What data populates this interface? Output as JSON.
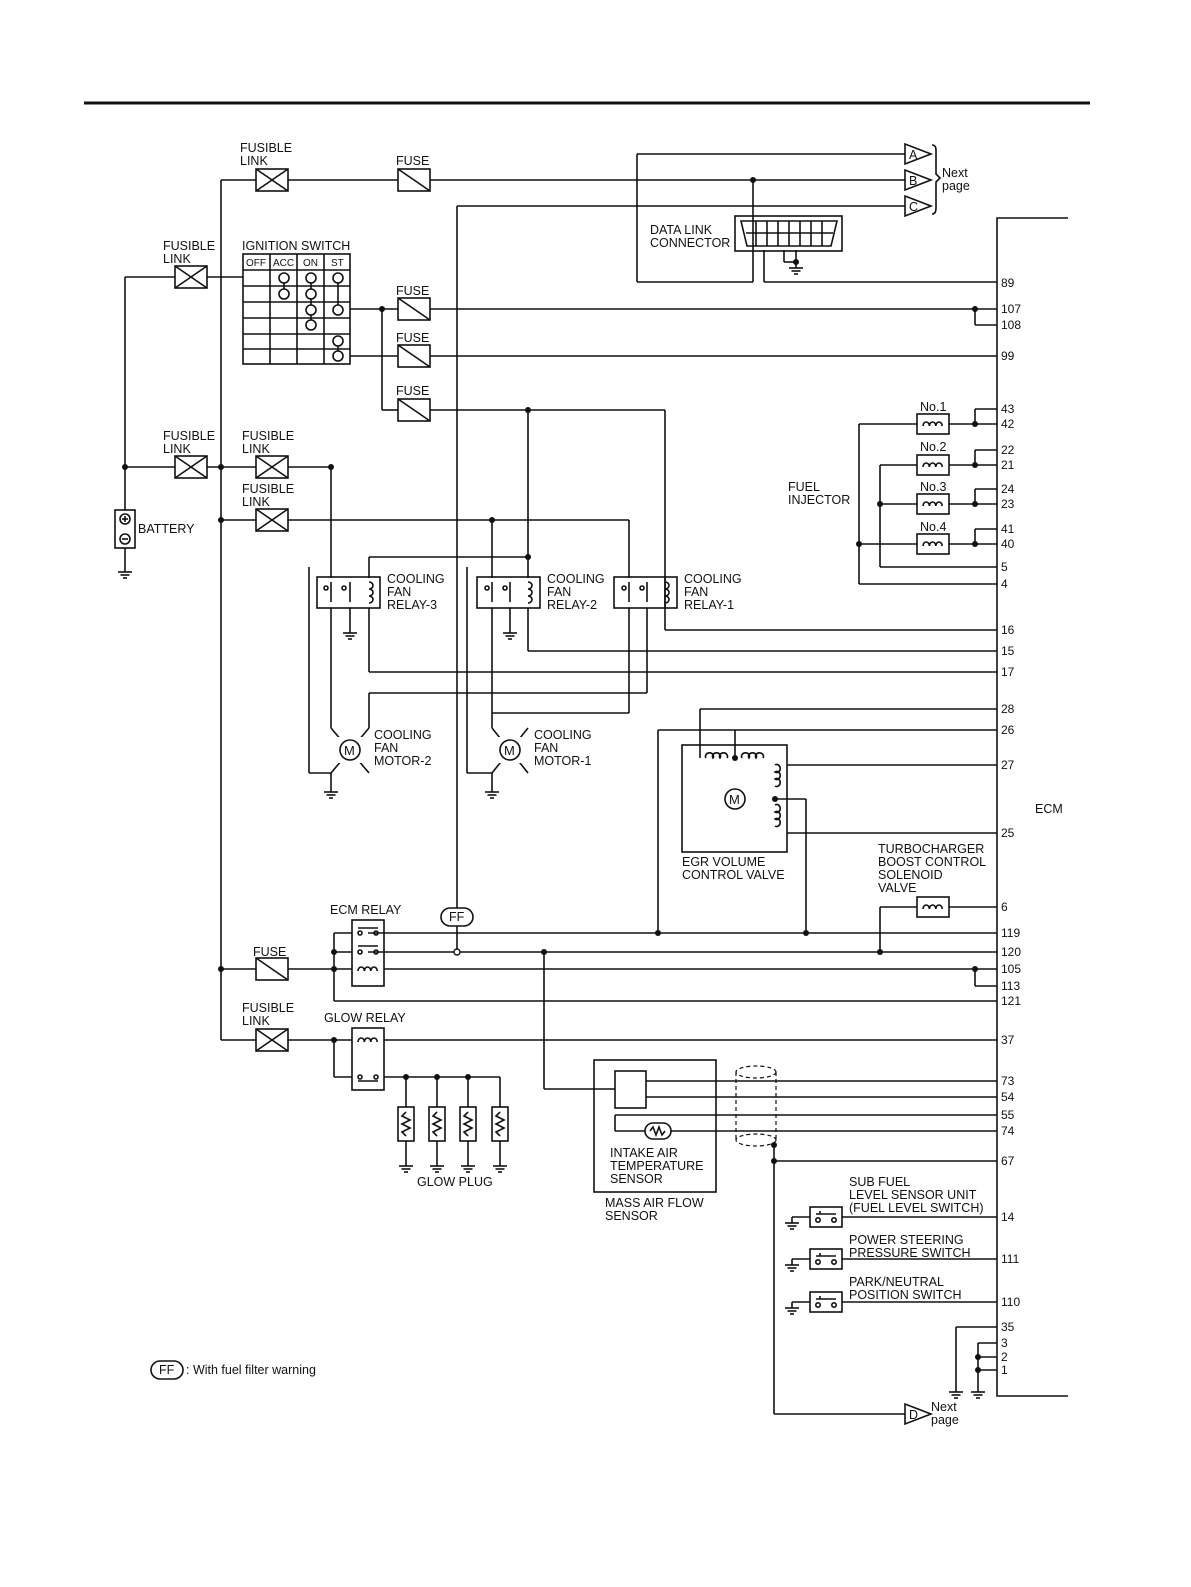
{
  "labels": {
    "fusible_link_1": [
      "FUSIBLE",
      "LINK"
    ],
    "fusible_link_2": [
      "FUSIBLE",
      "LINK"
    ],
    "fusible_link_3": [
      "FUSIBLE",
      "LINK"
    ],
    "fusible_link_4": [
      "FUSIBLE",
      "LINK"
    ],
    "fusible_link_5": [
      "FUSIBLE",
      "LINK"
    ],
    "fusible_link_6": [
      "FUSIBLE",
      "LINK"
    ],
    "fuse_1": "FUSE",
    "fuse_2": "FUSE",
    "fuse_3": "FUSE",
    "fuse_4": "FUSE",
    "fuse_5": "FUSE",
    "ignition_switch": "IGNITION SWITCH",
    "ignition_positions": [
      "OFF",
      "ACC",
      "ON",
      "ST"
    ],
    "battery": "BATTERY",
    "data_link_connector": [
      "DATA LINK",
      "CONNECTOR"
    ],
    "next_page": [
      "Next",
      "page"
    ],
    "connector_A": "A",
    "connector_B": "B",
    "connector_C": "C",
    "connector_D": "D",
    "fuel_injector": [
      "FUEL",
      "INJECTOR"
    ],
    "injectors": [
      "No.1",
      "No.2",
      "No.3",
      "No.4"
    ],
    "cooling_fan_relay_3": [
      "COOLING",
      "FAN",
      "RELAY-3"
    ],
    "cooling_fan_relay_2": [
      "COOLING",
      "FAN",
      "RELAY-2"
    ],
    "cooling_fan_relay_1": [
      "COOLING",
      "FAN",
      "RELAY-1"
    ],
    "cooling_fan_motor_2": [
      "COOLING",
      "FAN",
      "MOTOR-2"
    ],
    "cooling_fan_motor_1": [
      "COOLING",
      "FAN",
      "MOTOR-1"
    ],
    "motor_symbol": "M",
    "egr_valve": [
      "EGR VOLUME",
      "CONTROL VALVE"
    ],
    "turbo_valve": [
      "TURBOCHARGER",
      "BOOST CONTROL",
      "SOLENOID",
      "VALVE"
    ],
    "ecm": "ECM",
    "ecm_relay": "ECM RELAY",
    "glow_relay": "GLOW RELAY",
    "glow_plug": "GLOW PLUG",
    "ff_symbol": "FF",
    "ff_legend": ": With fuel filter warning",
    "iat_sensor": [
      "INTAKE AIR",
      "TEMPERATURE",
      "SENSOR"
    ],
    "maf_sensor": [
      "MASS AIR FLOW",
      "SENSOR"
    ],
    "sub_fuel_sensor": [
      "SUB FUEL",
      "LEVEL SENSOR UNIT",
      "(FUEL LEVEL SWITCH)"
    ],
    "ps_switch": [
      "POWER STEERING",
      "PRESSURE SWITCH"
    ],
    "pn_switch": [
      "PARK/NEUTRAL",
      "POSITION SWITCH"
    ]
  },
  "ecm_pins": [
    "89",
    "107",
    "108",
    "99",
    "43",
    "42",
    "22",
    "21",
    "24",
    "23",
    "41",
    "40",
    "5",
    "4",
    "16",
    "15",
    "17",
    "28",
    "26",
    "27",
    "25",
    "6",
    "119",
    "120",
    "105",
    "113",
    "121",
    "37",
    "73",
    "54",
    "55",
    "74",
    "67",
    "14",
    "111",
    "110",
    "35",
    "3",
    "2",
    "1"
  ]
}
